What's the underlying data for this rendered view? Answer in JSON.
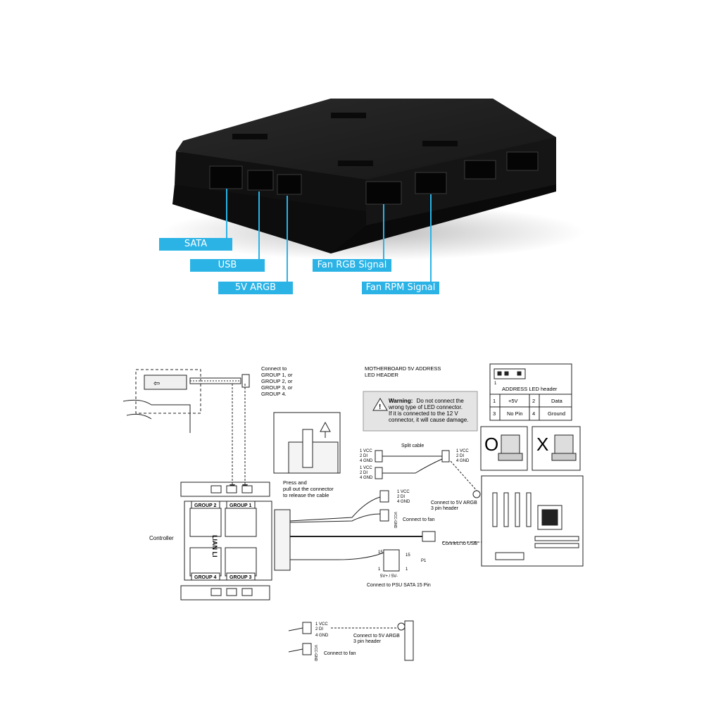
{
  "photo": {
    "callouts": {
      "sata": "SATA",
      "usb": "USB",
      "argb": "5V ARGB",
      "fan_rgb": "Fan RGB Signal",
      "fan_rpm": "Fan RPM Signal"
    },
    "accent_color": "#2bb3e6",
    "device_color": "#1b1b1b"
  },
  "diagram": {
    "connect_groups": [
      "Connect to",
      "GROUP 1, or",
      "GROUP 2, or",
      "GROUP 3, or",
      "GROUP 4."
    ],
    "press_note": [
      "Press and",
      "pull out the connector",
      "to release the cable"
    ],
    "controller_label": "Controller",
    "groups": [
      "GROUP 1",
      "GROUP 2",
      "GROUP 3",
      "GROUP 4"
    ],
    "controller_logo": "LIAN LI",
    "motherboard_header": [
      "MOTHERBOARD 5V ADDRESS",
      "LED HEADER"
    ],
    "warning": {
      "title": "Warning:",
      "lines": [
        "Do not connect the",
        "wrong type of LED connector.",
        "If it is connected to the 12 V",
        "connector, it will cause damage."
      ]
    },
    "address_table": {
      "title": "ADDRESS LED header",
      "pin1": "1",
      "rows": [
        [
          "1",
          "+5V",
          "2",
          "Data"
        ],
        [
          "3",
          "No Pin",
          "4",
          "Ground"
        ]
      ]
    },
    "ok_mark": "O",
    "bad_mark": "X",
    "split_cable": "Split cable",
    "pins": [
      "1  VCC",
      "2  DI",
      "4  GND"
    ],
    "connect_argb": [
      "Connect to 5V ARGB",
      "3 pin header"
    ],
    "connect_fan": "Connect to fan",
    "fan_pins": "VCC-GND",
    "connect_usb": "Connect to USB",
    "sata_pins": {
      "p15": "15",
      "p1": "1",
      "p1_label": "P1",
      "voltage": "5V+ / 5V-"
    },
    "connect_psu": "Connect  to PSU SATA 15 Pin"
  }
}
